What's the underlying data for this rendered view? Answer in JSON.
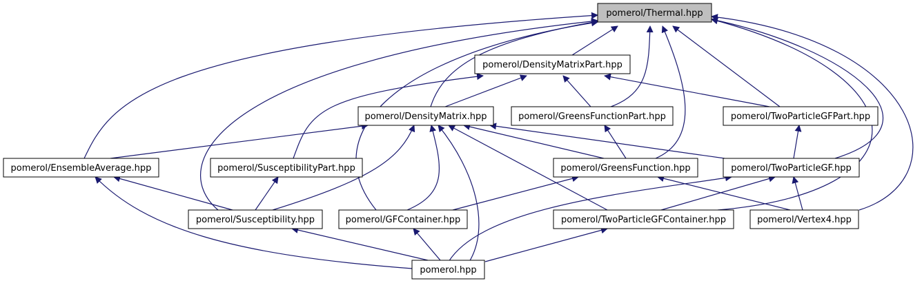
{
  "colors": {
    "edge": "#191970",
    "root_fill": "#bfbfbf",
    "node_fill": "#ffffff",
    "node_border": "#000000"
  },
  "nodes": [
    {
      "id": "thermal",
      "label": "pomerol/Thermal.hpp",
      "highlighted": true
    },
    {
      "id": "dmpart",
      "label": "pomerol/DensityMatrixPart.hpp"
    },
    {
      "id": "dm",
      "label": "pomerol/DensityMatrix.hpp"
    },
    {
      "id": "gfpart",
      "label": "pomerol/GreensFunctionPart.hpp"
    },
    {
      "id": "tpgfpart",
      "label": "pomerol/TwoParticleGFPart.hpp"
    },
    {
      "id": "ensemble",
      "label": "pomerol/EnsembleAverage.hpp"
    },
    {
      "id": "susceppart",
      "label": "pomerol/SusceptibilityPart.hpp"
    },
    {
      "id": "gf",
      "label": "pomerol/GreensFunction.hpp"
    },
    {
      "id": "tpgf",
      "label": "pomerol/TwoParticleGF.hpp"
    },
    {
      "id": "suscep",
      "label": "pomerol/Susceptibility.hpp"
    },
    {
      "id": "gfcont",
      "label": "pomerol/GFContainer.hpp"
    },
    {
      "id": "tpgfcont",
      "label": "pomerol/TwoParticleGFContainer.hpp"
    },
    {
      "id": "vertex4",
      "label": "pomerol/Vertex4.hpp"
    },
    {
      "id": "pomerol",
      "label": "pomerol.hpp"
    }
  ],
  "edges": [
    {
      "from": "dmpart",
      "to": "thermal"
    },
    {
      "from": "dm",
      "to": "thermal"
    },
    {
      "from": "gfpart",
      "to": "thermal"
    },
    {
      "from": "tpgfpart",
      "to": "thermal"
    },
    {
      "from": "ensemble",
      "to": "thermal"
    },
    {
      "from": "gf",
      "to": "thermal"
    },
    {
      "from": "tpgf",
      "to": "thermal"
    },
    {
      "from": "suscep",
      "to": "thermal"
    },
    {
      "from": "gfcont",
      "to": "thermal"
    },
    {
      "from": "tpgfcont",
      "to": "thermal"
    },
    {
      "from": "vertex4",
      "to": "thermal"
    },
    {
      "from": "dm",
      "to": "dmpart"
    },
    {
      "from": "gfpart",
      "to": "dmpart"
    },
    {
      "from": "tpgfpart",
      "to": "dmpart"
    },
    {
      "from": "susceppart",
      "to": "dmpart"
    },
    {
      "from": "ensemble",
      "to": "dm"
    },
    {
      "from": "gf",
      "to": "dm"
    },
    {
      "from": "tpgf",
      "to": "dm"
    },
    {
      "from": "suscep",
      "to": "dm"
    },
    {
      "from": "gfcont",
      "to": "dm"
    },
    {
      "from": "tpgfcont",
      "to": "dm"
    },
    {
      "from": "pomerol",
      "to": "dm"
    },
    {
      "from": "gf",
      "to": "gfpart"
    },
    {
      "from": "tpgf",
      "to": "tpgfpart"
    },
    {
      "from": "suscep",
      "to": "ensemble"
    },
    {
      "from": "pomerol",
      "to": "ensemble"
    },
    {
      "from": "suscep",
      "to": "susceppart"
    },
    {
      "from": "gfcont",
      "to": "gf"
    },
    {
      "from": "vertex4",
      "to": "gf"
    },
    {
      "from": "tpgfcont",
      "to": "tpgf"
    },
    {
      "from": "vertex4",
      "to": "tpgf"
    },
    {
      "from": "pomerol",
      "to": "tpgf"
    },
    {
      "from": "pomerol",
      "to": "suscep"
    },
    {
      "from": "pomerol",
      "to": "gfcont"
    },
    {
      "from": "pomerol",
      "to": "tpgfcont"
    }
  ]
}
